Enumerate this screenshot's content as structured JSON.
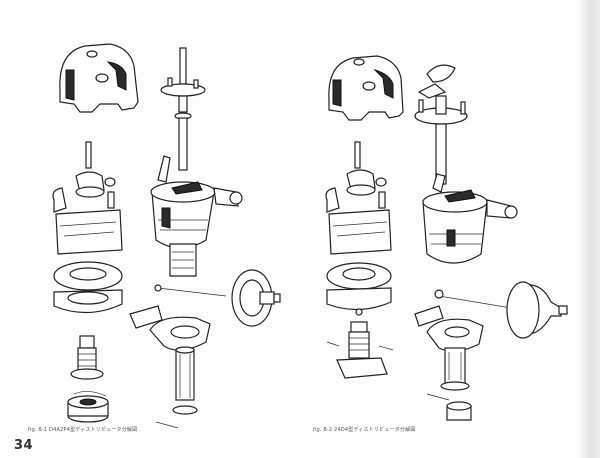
{
  "page": {
    "number": "34",
    "background": "#ffffff",
    "ink_color": "#222222"
  },
  "figures": [
    {
      "id": "fig-8-1",
      "caption": "fig. 8-1  D4A2P4型ディストリビュータ分解図",
      "subject": "exploded view of distributor (type D4A2P4)",
      "parts": [
        "distributor-cap",
        "carbon-brush-rod",
        "rotor-assembly",
        "breaker-plate",
        "governor-shaft",
        "governor-weights",
        "distributor-shaft",
        "housing",
        "vacuum-advance-unit",
        "clamp-plate",
        "bushing",
        "washer",
        "drive-gear-collar"
      ]
    },
    {
      "id": "fig-8-2",
      "caption": "fig. 8-2  24D4型ディストリビュータ分解図",
      "subject": "exploded view of distributor (type 24D4)",
      "parts": [
        "distributor-cap",
        "carbon-brush-rod",
        "rotor-assembly",
        "breaker-plate",
        "governor-shaft",
        "governor-springs",
        "distributor-shaft",
        "rotor-arm",
        "housing",
        "vacuum-advance-unit",
        "clamp-plate",
        "washer",
        "drive-gear-collar"
      ]
    }
  ]
}
